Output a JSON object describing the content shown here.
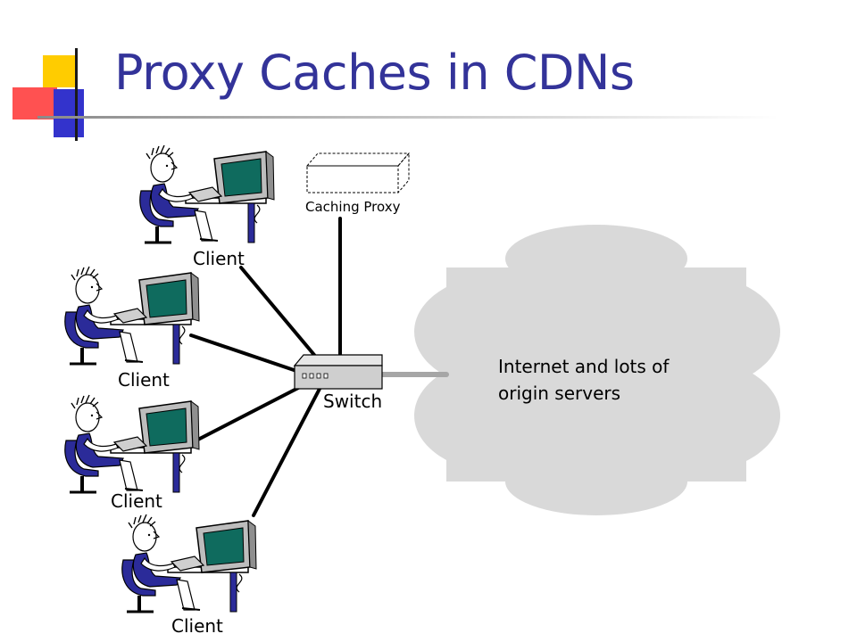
{
  "slide": {
    "title": "Proxy Caches in CDNs"
  },
  "diagram": {
    "clients": [
      {
        "label": "Client"
      },
      {
        "label": "Client"
      },
      {
        "label": "Client"
      },
      {
        "label": "Client"
      }
    ],
    "switch": {
      "label": "Switch"
    },
    "proxy": {
      "label": "Caching Proxy"
    },
    "cloud": {
      "line1": "Internet and lots of",
      "line2": "origin servers"
    }
  },
  "colors": {
    "title": "#333399",
    "deco_yellow": "#ffcc00",
    "deco_red": "#ff3333",
    "deco_blue": "#3333cc",
    "cloud": "#d9d9d9",
    "screen": "#0f6b5e",
    "person": "#2b2b99"
  }
}
